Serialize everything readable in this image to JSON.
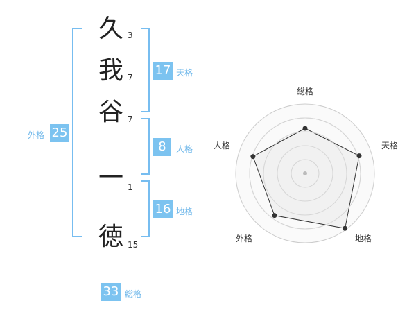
{
  "name_chars": [
    {
      "char": "久",
      "strokes": "3"
    },
    {
      "char": "我",
      "strokes": "7"
    },
    {
      "char": "谷",
      "strokes": "7"
    },
    {
      "char": "一",
      "strokes": "1"
    },
    {
      "char": "徳",
      "strokes": "15"
    }
  ],
  "kaku": {
    "tenkaku": {
      "value": "17",
      "label": "天格"
    },
    "jinkaku": {
      "value": "8",
      "label": "人格"
    },
    "chikaku": {
      "value": "16",
      "label": "地格"
    },
    "gaikaku": {
      "value": "25",
      "label": "外格"
    },
    "soukaku": {
      "value": "33",
      "label": "総格"
    }
  },
  "radar": {
    "axes": [
      "総格",
      "天格",
      "地格",
      "外格",
      "人格"
    ],
    "values": [
      0.65,
      0.82,
      0.98,
      0.75,
      0.79
    ],
    "line_color": "#333333",
    "fill_color": "#eeeeee",
    "grid_color": "#cccccc"
  },
  "colors": {
    "accent": "#7cc3f0",
    "label": "#6eb7ea"
  }
}
